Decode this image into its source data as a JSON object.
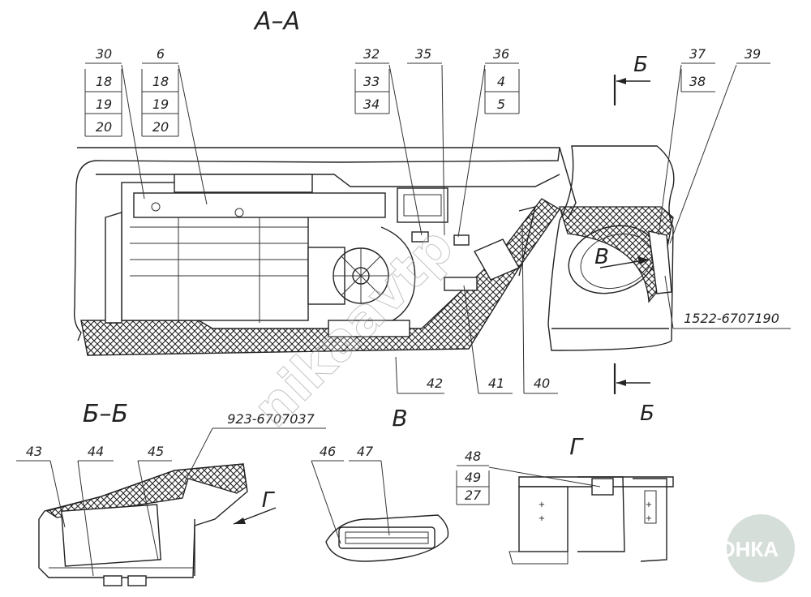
{
  "views": {
    "section_aa": "А–А",
    "section_bb": "Б–Б",
    "view_v": "В",
    "view_g": "Г",
    "view_g_arrow": "Г",
    "cut_mark_top": "Б",
    "cut_mark_bottom": "Б",
    "view_v_arrow": "В"
  },
  "callouts": {
    "c30": "30",
    "c6": "6",
    "c18a": "18",
    "c19a": "19",
    "c20a": "20",
    "c18b": "18",
    "c19b": "19",
    "c20b": "20",
    "c32": "32",
    "c33": "33",
    "c34": "34",
    "c35": "35",
    "c36": "36",
    "c4": "4",
    "c5": "5",
    "c37": "37",
    "c38": "38",
    "c39": "39",
    "c42": "42",
    "c41": "41",
    "c40": "40",
    "c43": "43",
    "c44": "44",
    "c45": "45",
    "c46": "46",
    "c47": "47",
    "c48": "48",
    "c49": "49",
    "c27": "27"
  },
  "part_numbers": {
    "pn_1522": "1522-6707190",
    "pn_923": "923-6707037"
  },
  "watermark": {
    "diagonal": "nikaavtp",
    "logo": "АГРОНКА"
  }
}
